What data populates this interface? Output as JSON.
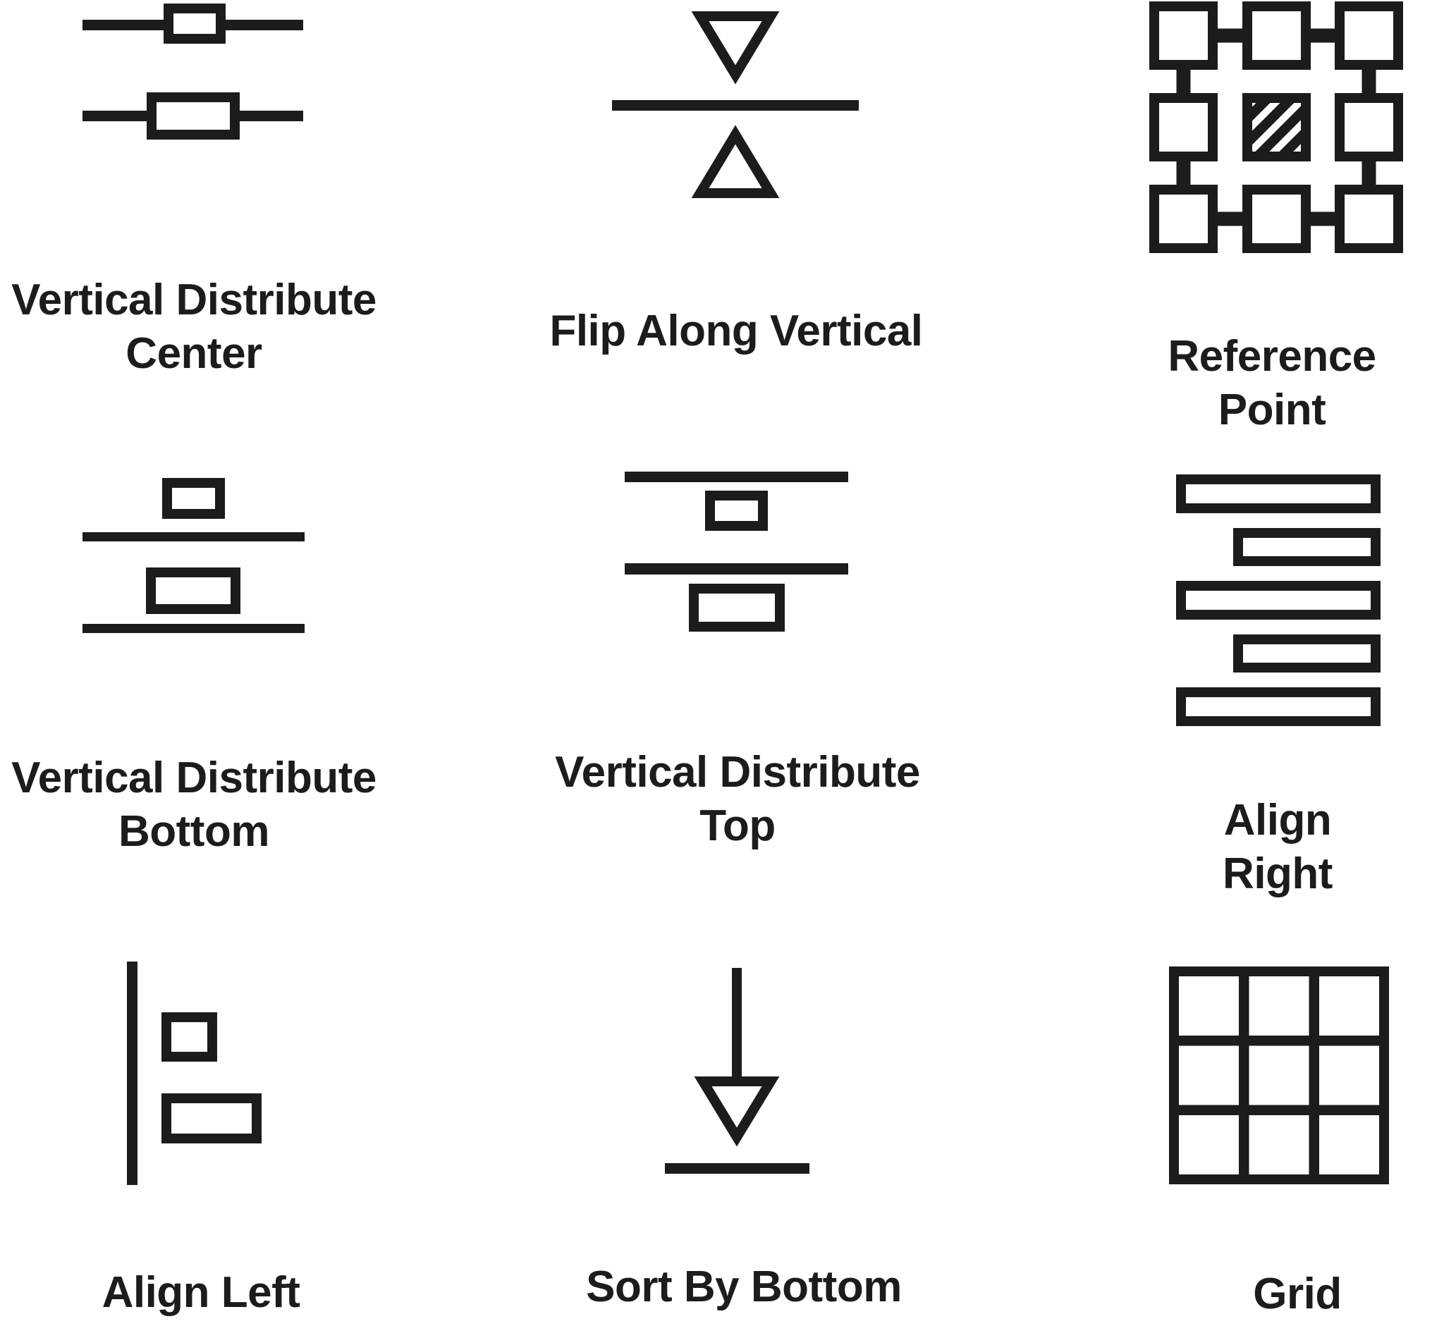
{
  "page": {
    "background": "#ffffff",
    "ink": "#1c1c1c",
    "description": "Icon reference sheet of alignment and distribution glyphs"
  },
  "cells": [
    {
      "id": "vertical-distribute-center",
      "label": "Vertical Distribute\nCenter"
    },
    {
      "id": "flip-along-vertical",
      "label": "Flip Along Vertical"
    },
    {
      "id": "reference-point",
      "label": "Reference Point"
    },
    {
      "id": "vertical-distribute-bottom",
      "label": "Vertical Distribute\nBottom"
    },
    {
      "id": "vertical-distribute-top",
      "label": "Vertical Distribute\nTop"
    },
    {
      "id": "align-right",
      "label": "Align Right"
    },
    {
      "id": "align-left",
      "label": "Align Left"
    },
    {
      "id": "sort-by-bottom",
      "label": "Sort By Bottom"
    },
    {
      "id": "grid",
      "label": "Grid"
    }
  ]
}
